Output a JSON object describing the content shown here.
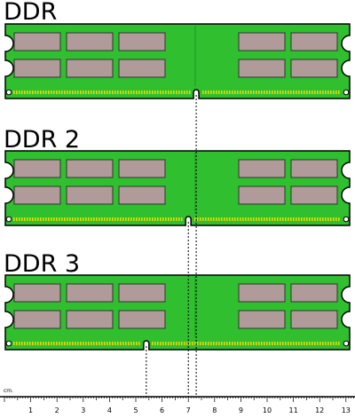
{
  "modules": [
    {
      "name": "DDR",
      "notch_cm": 7.3
    },
    {
      "name": "DDR 2",
      "notch_cm": 7.0
    },
    {
      "name": "DDR 3",
      "notch_cm": 5.4
    }
  ],
  "ruler": {
    "unit": "cm.",
    "ticks": [
      "1",
      "2",
      "3",
      "4",
      "5",
      "6",
      "7",
      "8",
      "9",
      "10",
      "11",
      "12",
      "13"
    ]
  },
  "colors": {
    "pcb": "#2fbf2f",
    "pcb_stroke": "#000000",
    "chip": "#b09a9a",
    "pins": "#e8d800",
    "background": "#ffffff"
  }
}
